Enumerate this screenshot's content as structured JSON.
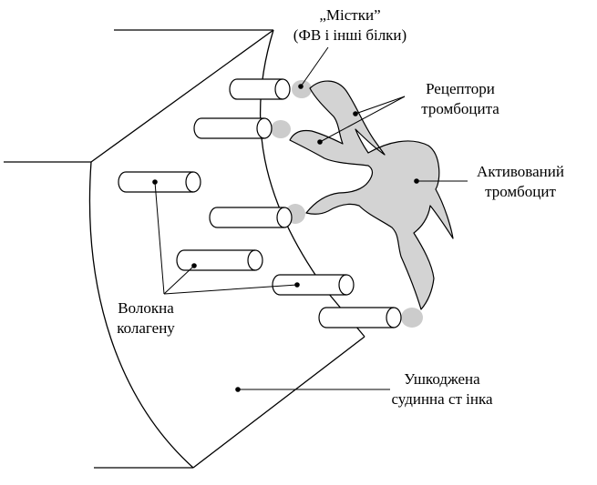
{
  "labels": {
    "bridges": {
      "line1": "„Містки”",
      "line2": "(ФВ і інші білки)"
    },
    "receptors": {
      "line1": "Рецептори",
      "line2": "тромбоцита"
    },
    "platelet": {
      "line1": "Активований",
      "line2": "тромбоцит"
    },
    "collagen": {
      "line1": "Волокна",
      "line2": "колагену"
    },
    "wall": {
      "line1": "Ушкоджена",
      "line2": "судинна ст інка"
    }
  },
  "colors": {
    "stroke": "#000000",
    "platelet_fill": "#d3d3d3",
    "bridge_fill": "#cccccc"
  }
}
